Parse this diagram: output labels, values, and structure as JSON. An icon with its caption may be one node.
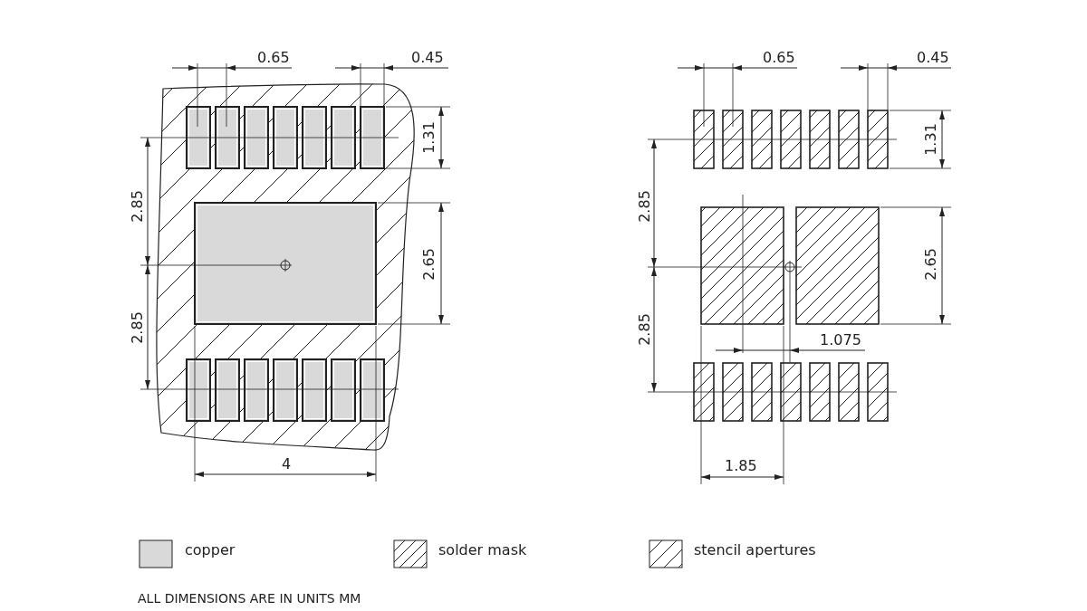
{
  "diagram": {
    "labels": [
      "0.65",
      "0.45",
      "1.31",
      "2.85",
      "2.65",
      "2.85",
      "4",
      "0.65",
      "0.45",
      "1.31",
      "2.85",
      "2.65",
      "2.85",
      "1.075",
      "1.85",
      "ALL DIMENSIONS ARE IN UNITS MM"
    ],
    "legend": [
      {
        "text": "copper",
        "color": "#d9d9d9"
      },
      {
        "text": "solder mask"
      },
      {
        "text": "stencil apertures"
      }
    ]
  }
}
